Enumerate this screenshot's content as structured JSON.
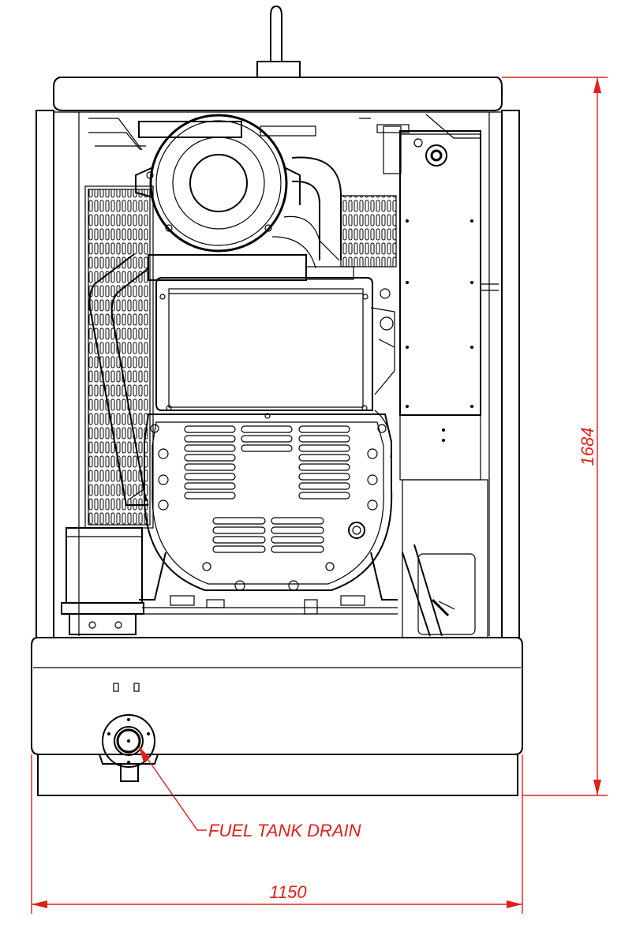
{
  "drawing": {
    "annotations": {
      "height_dimension": "1684",
      "width_dimension": "1150",
      "drain_label": "FUEL TANK DRAIN"
    },
    "colors": {
      "dimension": "#e0201a",
      "linework": "#000000",
      "background": "#ffffff"
    }
  }
}
